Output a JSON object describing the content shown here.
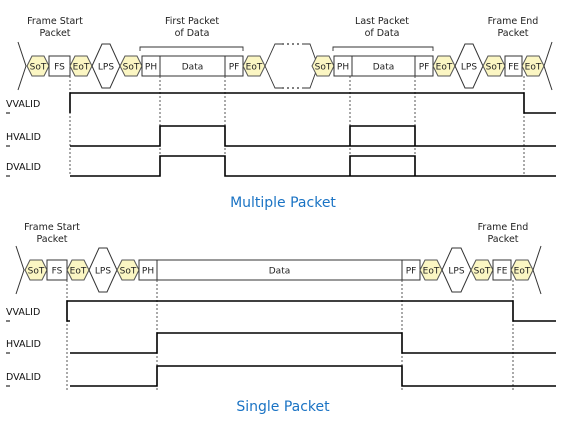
{
  "multiple": {
    "caption": "Multiple Packet",
    "headers": {
      "frame_start": [
        "Frame Start",
        "Packet"
      ],
      "first_packet": [
        "First Packet",
        "of Data"
      ],
      "last_packet": [
        "Last Packet",
        "of Data"
      ],
      "frame_end": [
        "Frame End",
        "Packet"
      ]
    },
    "signals": [
      "VVALID",
      "HVALID",
      "DVALID"
    ]
  },
  "single": {
    "caption": "Single Packet",
    "headers": {
      "frame_start": [
        "Frame Start",
        "Packet"
      ],
      "frame_end": [
        "Frame End",
        "Packet"
      ]
    },
    "signals": [
      "VVALID",
      "HVALID",
      "DVALID"
    ]
  },
  "packet_labels": {
    "sot": "SoT",
    "eot": "EoT",
    "fs": "FS",
    "fe": "FE",
    "ph": "PH",
    "pf": "PF",
    "data": "Data",
    "lps": "LPS"
  }
}
